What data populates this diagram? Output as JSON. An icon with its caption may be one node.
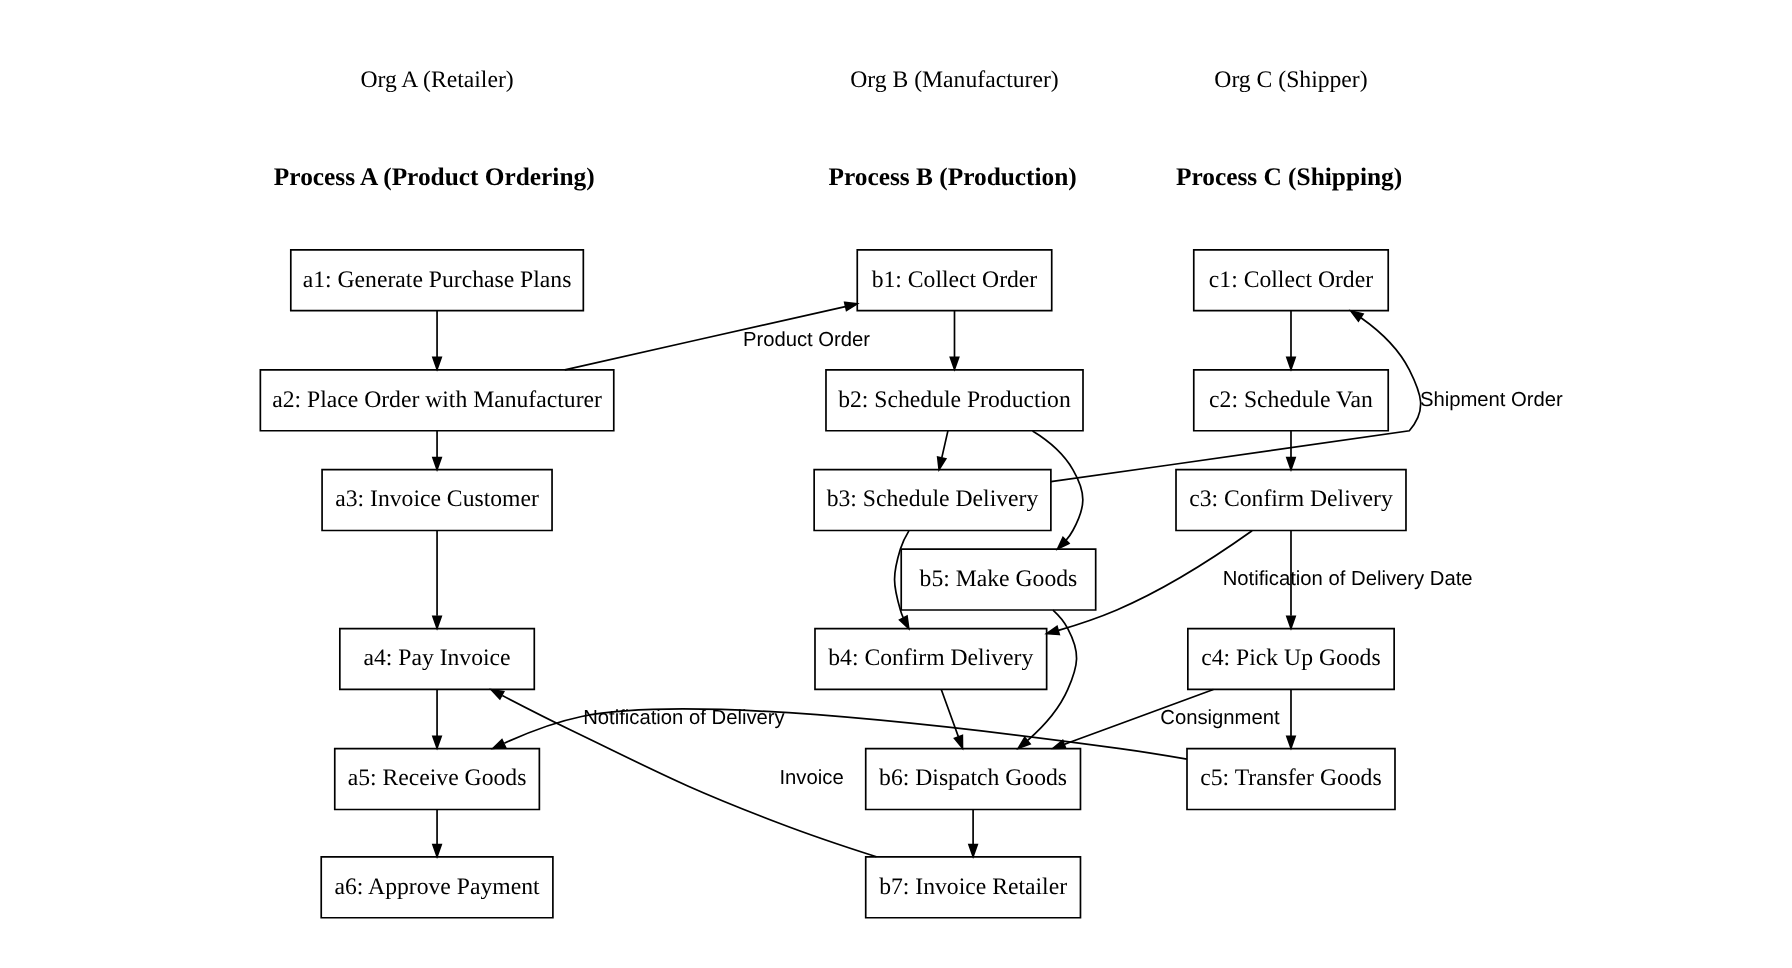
{
  "diagram": {
    "nodes": [
      {
        "text": [
          "a1: Generate Purchase Plans"
        ]
      },
      {
        "text": [
          "a2: Place Order with Manufacturer"
        ]
      },
      {
        "text": [
          "a3: Invoice Customer"
        ]
      },
      {
        "text": [
          "a4: Pay Invoice"
        ]
      },
      {
        "text": [
          "a5: Receive Goods"
        ]
      },
      {
        "text": [
          "a6: Approve Payment"
        ]
      },
      {
        "text": [
          "b1: Collect Order"
        ]
      },
      {
        "text": [
          "b2: Schedule Production"
        ]
      },
      {
        "text": [
          "b3: Schedule Delivery"
        ]
      },
      {
        "text": [
          "b4: Confirm Delivery"
        ]
      },
      {
        "text": [
          "b5: Make Goods"
        ]
      },
      {
        "text": [
          "b6: Dispatch Goods"
        ]
      },
      {
        "text": [
          "b7: Invoice Retailer"
        ]
      },
      {
        "text": [
          "c1: Collect Order"
        ]
      },
      {
        "text": [
          "c2: Schedule Van"
        ]
      },
      {
        "text": [
          "c3: Confirm Delivery"
        ]
      },
      {
        "text": [
          "c4: Pick Up Goods"
        ]
      },
      {
        "text": [
          "c5: Transfer Goods"
        ]
      }
    ],
    "edges": [
      {
        "from": 0,
        "to": 1,
        "arrow": "to"
      },
      {
        "from": 1,
        "to": 2,
        "arrow": "to"
      },
      {
        "from": 2,
        "to": 3,
        "arrow": "to"
      },
      {
        "from": 3,
        "to": 4,
        "arrow": "to"
      },
      {
        "from": 4,
        "to": 5,
        "arrow": "to"
      },
      {
        "from": 1,
        "to": 6,
        "arrow": "to",
        "label": "Product Order"
      },
      {
        "from": 6,
        "to": 7,
        "arrow": "to"
      },
      {
        "from": 7,
        "to": 8,
        "arrow": "to"
      },
      {
        "from": 8,
        "to": 9,
        "arrow": "to"
      },
      {
        "from": 7,
        "to": 10,
        "arrow": "to"
      },
      {
        "from": 10,
        "to": 11,
        "arrow": "to"
      },
      {
        "from": 9,
        "to": 11,
        "arrow": "to"
      },
      {
        "from": 11,
        "to": 12,
        "arrow": "to"
      },
      {
        "from": 12,
        "to": 3,
        "arrow": "to",
        "label": "Invoice"
      },
      {
        "from": 8,
        "to": 13,
        "arrow": "to",
        "label": "Shipment Order"
      },
      {
        "from": 13,
        "to": 14,
        "arrow": "to"
      },
      {
        "from": 14,
        "to": 15,
        "arrow": "to"
      },
      {
        "from": 15,
        "to": 9,
        "arrow": "to",
        "label": "Notification of Delivery Date"
      },
      {
        "from": 15,
        "to": 16,
        "arrow": "to"
      },
      {
        "from": 16,
        "to": 11,
        "arrow": "to",
        "label": "Consignment"
      },
      {
        "from": 16,
        "to": 17,
        "arrow": "to"
      },
      {
        "from": 17,
        "to": 4,
        "arrow": "to",
        "label": "Notification of Delivery"
      }
    ],
    "labels": [
      "Org A (Retailer)",
      "Org B (Manufacturer)",
      "Org C (Shipper)",
      "Process A (Product Ordering)",
      "Process B (Production)",
      "Process C (Shipping)"
    ]
  }
}
